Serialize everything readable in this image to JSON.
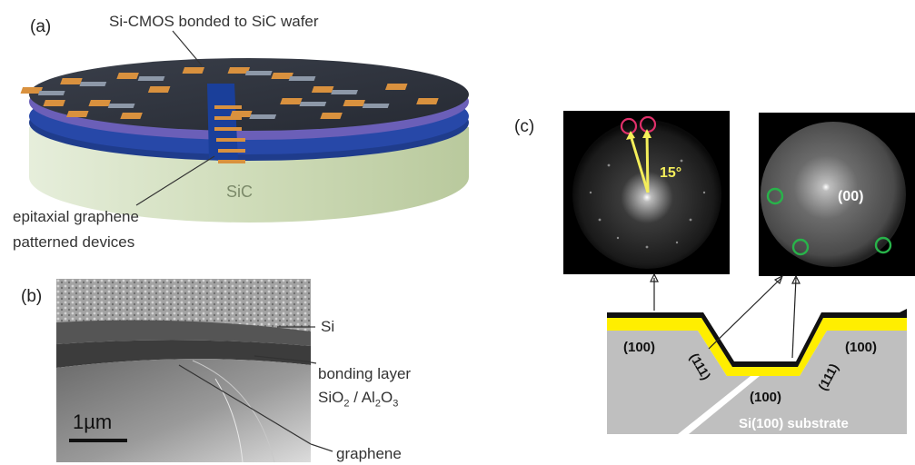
{
  "panel_a": {
    "letter": "(a)",
    "title": "Si-CMOS bonded to SiC wafer",
    "sic_label": "SiC",
    "callout_line1": "epitaxial graphene",
    "callout_line2": "patterned devices"
  },
  "panel_b": {
    "letter": "(b)",
    "si_label": "Si",
    "bonding_line1": "bonding layer",
    "bonding_line2_part1": "SiO",
    "bonding_line2_sub1": "2",
    "bonding_line2_part2": " / Al",
    "bonding_line2_sub2": "2",
    "bonding_line2_part3": "O",
    "bonding_line2_sub3": "3",
    "graphene_label": "graphene",
    "scale_label": "1µm"
  },
  "panel_c": {
    "letter": "(c)",
    "angle_label": "15°",
    "spot_label": "(00)",
    "facet_left_top": "(100)",
    "facet_left_side": "(111)",
    "facet_bottom": "(100)",
    "facet_right_side": "(111)",
    "facet_right_top": "(100)",
    "substrate_label": "Si(100) substrate"
  },
  "colors": {
    "wafer_top": "#2f3440",
    "wafer_rim_purple": "#6b5fb8",
    "wafer_rim_blue": "#1f3c8c",
    "sic_body": "#cbd9b4",
    "pad_orange": "#d9913e",
    "pad_gray": "#8d98a8",
    "leed_green": "#28b34a",
    "leed_red": "#e0306a",
    "leed_arrow": "#f4ee5a",
    "layer_yellow": "#ffee00",
    "substrate_gray": "#bfbfbf"
  }
}
